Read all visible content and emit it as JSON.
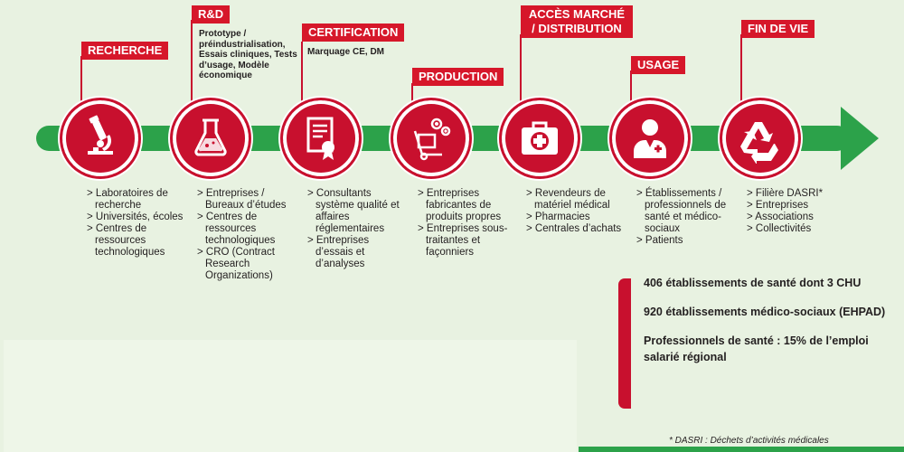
{
  "stages": [
    {
      "title": "RECHERCHE",
      "icon": "microscope-icon",
      "items": [
        "Laboratoires de recherche",
        "Universités, écoles",
        "Centres de ressources technologiques"
      ]
    },
    {
      "title": "R&D",
      "icon": "flask-icon",
      "note": "Prototype / préindustrialisation, Essais cliniques, Tests d’usage, Modèle économique",
      "items": [
        "Entreprises / Bureaux d’études",
        "Centres de ressources technologiques",
        "CRO (Contract Research Organizations)"
      ]
    },
    {
      "title": "CERTIFICATION",
      "icon": "certificate-icon",
      "note": "Marquage CE, DM",
      "items": [
        "Consultants système qualité et affaires réglementaires",
        "Entreprises d’essais et d’analyses"
      ]
    },
    {
      "title": "PRODUCTION",
      "icon": "production-icon",
      "items": [
        "Entreprises fabricantes de produits propres",
        "Entreprises sous-traitantes et façonniers"
      ]
    },
    {
      "title": "ACCÈS MARCHÉ / DISTRIBUTION",
      "icon": "medical-kit-icon",
      "items": [
        "Revendeurs de matériel médical",
        "Pharmacies",
        "Centrales d’achats"
      ]
    },
    {
      "title": "USAGE",
      "icon": "doctor-icon",
      "items": [
        "Établissements / professionnels de santé et médico-sociaux",
        "Patients"
      ]
    },
    {
      "title": "FIN DE VIE",
      "icon": "recycle-icon",
      "items": [
        "Filière DASRI*",
        "Entreprises",
        "Associations",
        "Collectivités"
      ]
    }
  ],
  "stats": [
    "406 établissements de santé dont 3 CHU",
    "920 établissements médico-sociaux (EHPAD)",
    "Professionnels de santé : 15% de l’emploi salarié régional"
  ],
  "footnote": "* DASRI : Déchets d’activités médicales",
  "colors": {
    "accent": "#c8102e",
    "arrow": "#2ca24a",
    "background": "#e8f2e1"
  }
}
